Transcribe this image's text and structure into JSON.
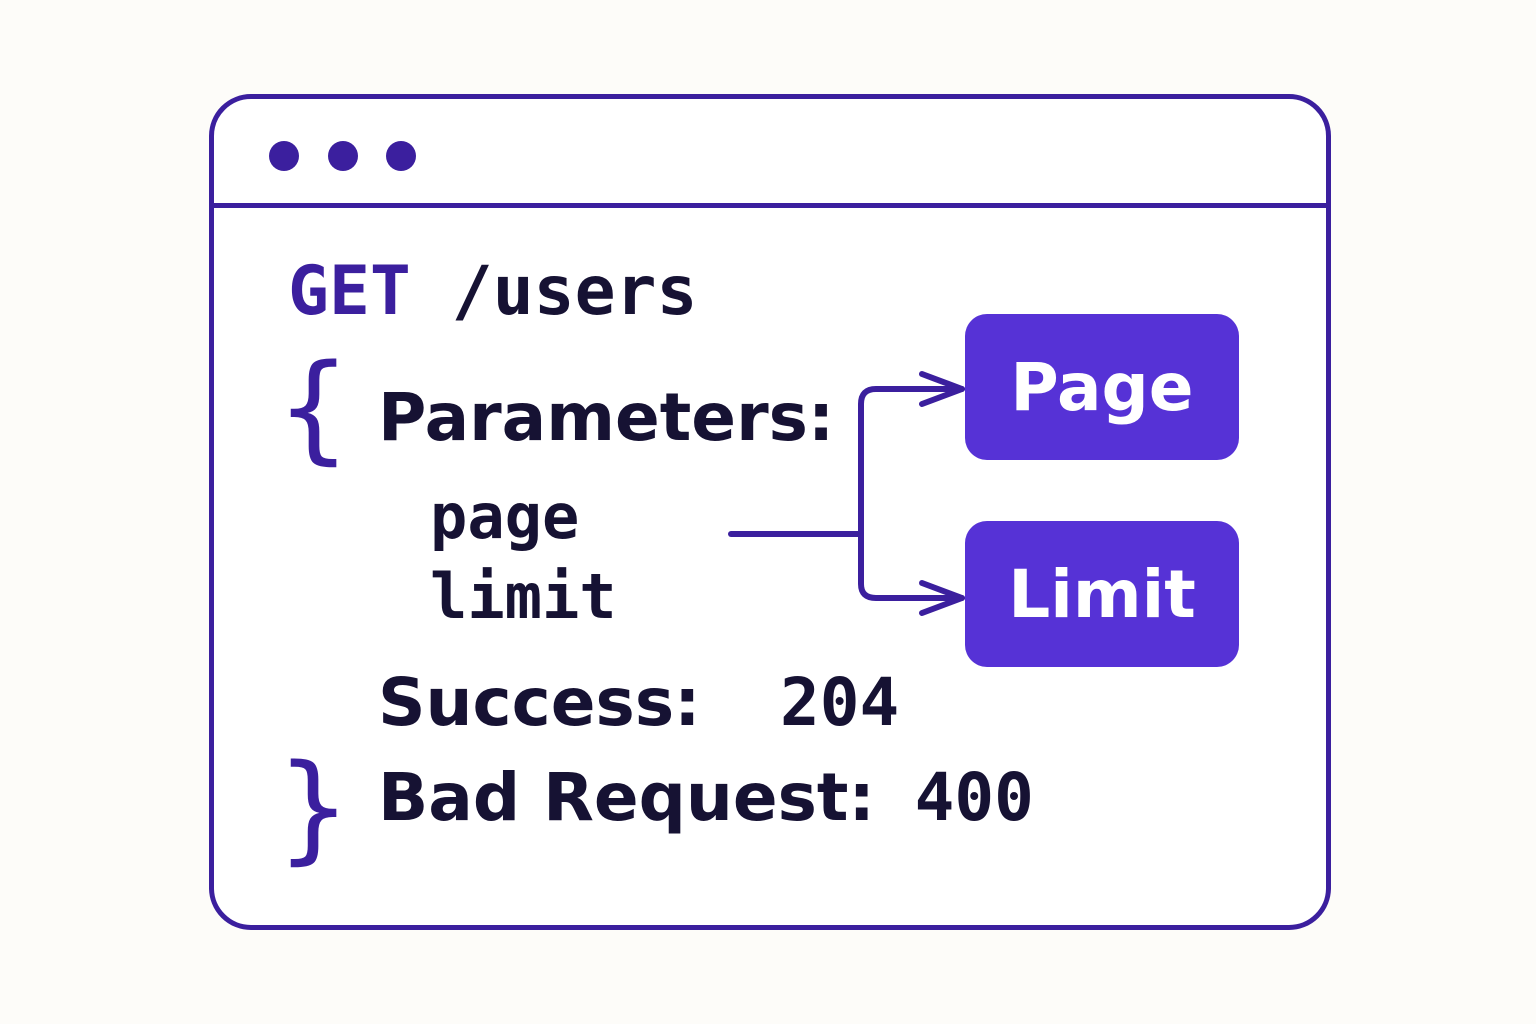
{
  "window": {
    "controls": [
      "dot",
      "dot",
      "dot"
    ]
  },
  "request": {
    "method": "GET",
    "path": "/users"
  },
  "braces": {
    "open": "{",
    "close": "}"
  },
  "parameters": {
    "label": "Parameters:",
    "items": [
      "page",
      "limit"
    ]
  },
  "responses": [
    {
      "label": "Success:",
      "code": "204"
    },
    {
      "label": "Bad Request:",
      "code": "400"
    }
  ],
  "targets": [
    "Page",
    "Limit"
  ],
  "colors": {
    "accent": "#3b1f9e",
    "button_fill": "#5632d6",
    "text": "#161233",
    "background": "#fdfcf9"
  }
}
